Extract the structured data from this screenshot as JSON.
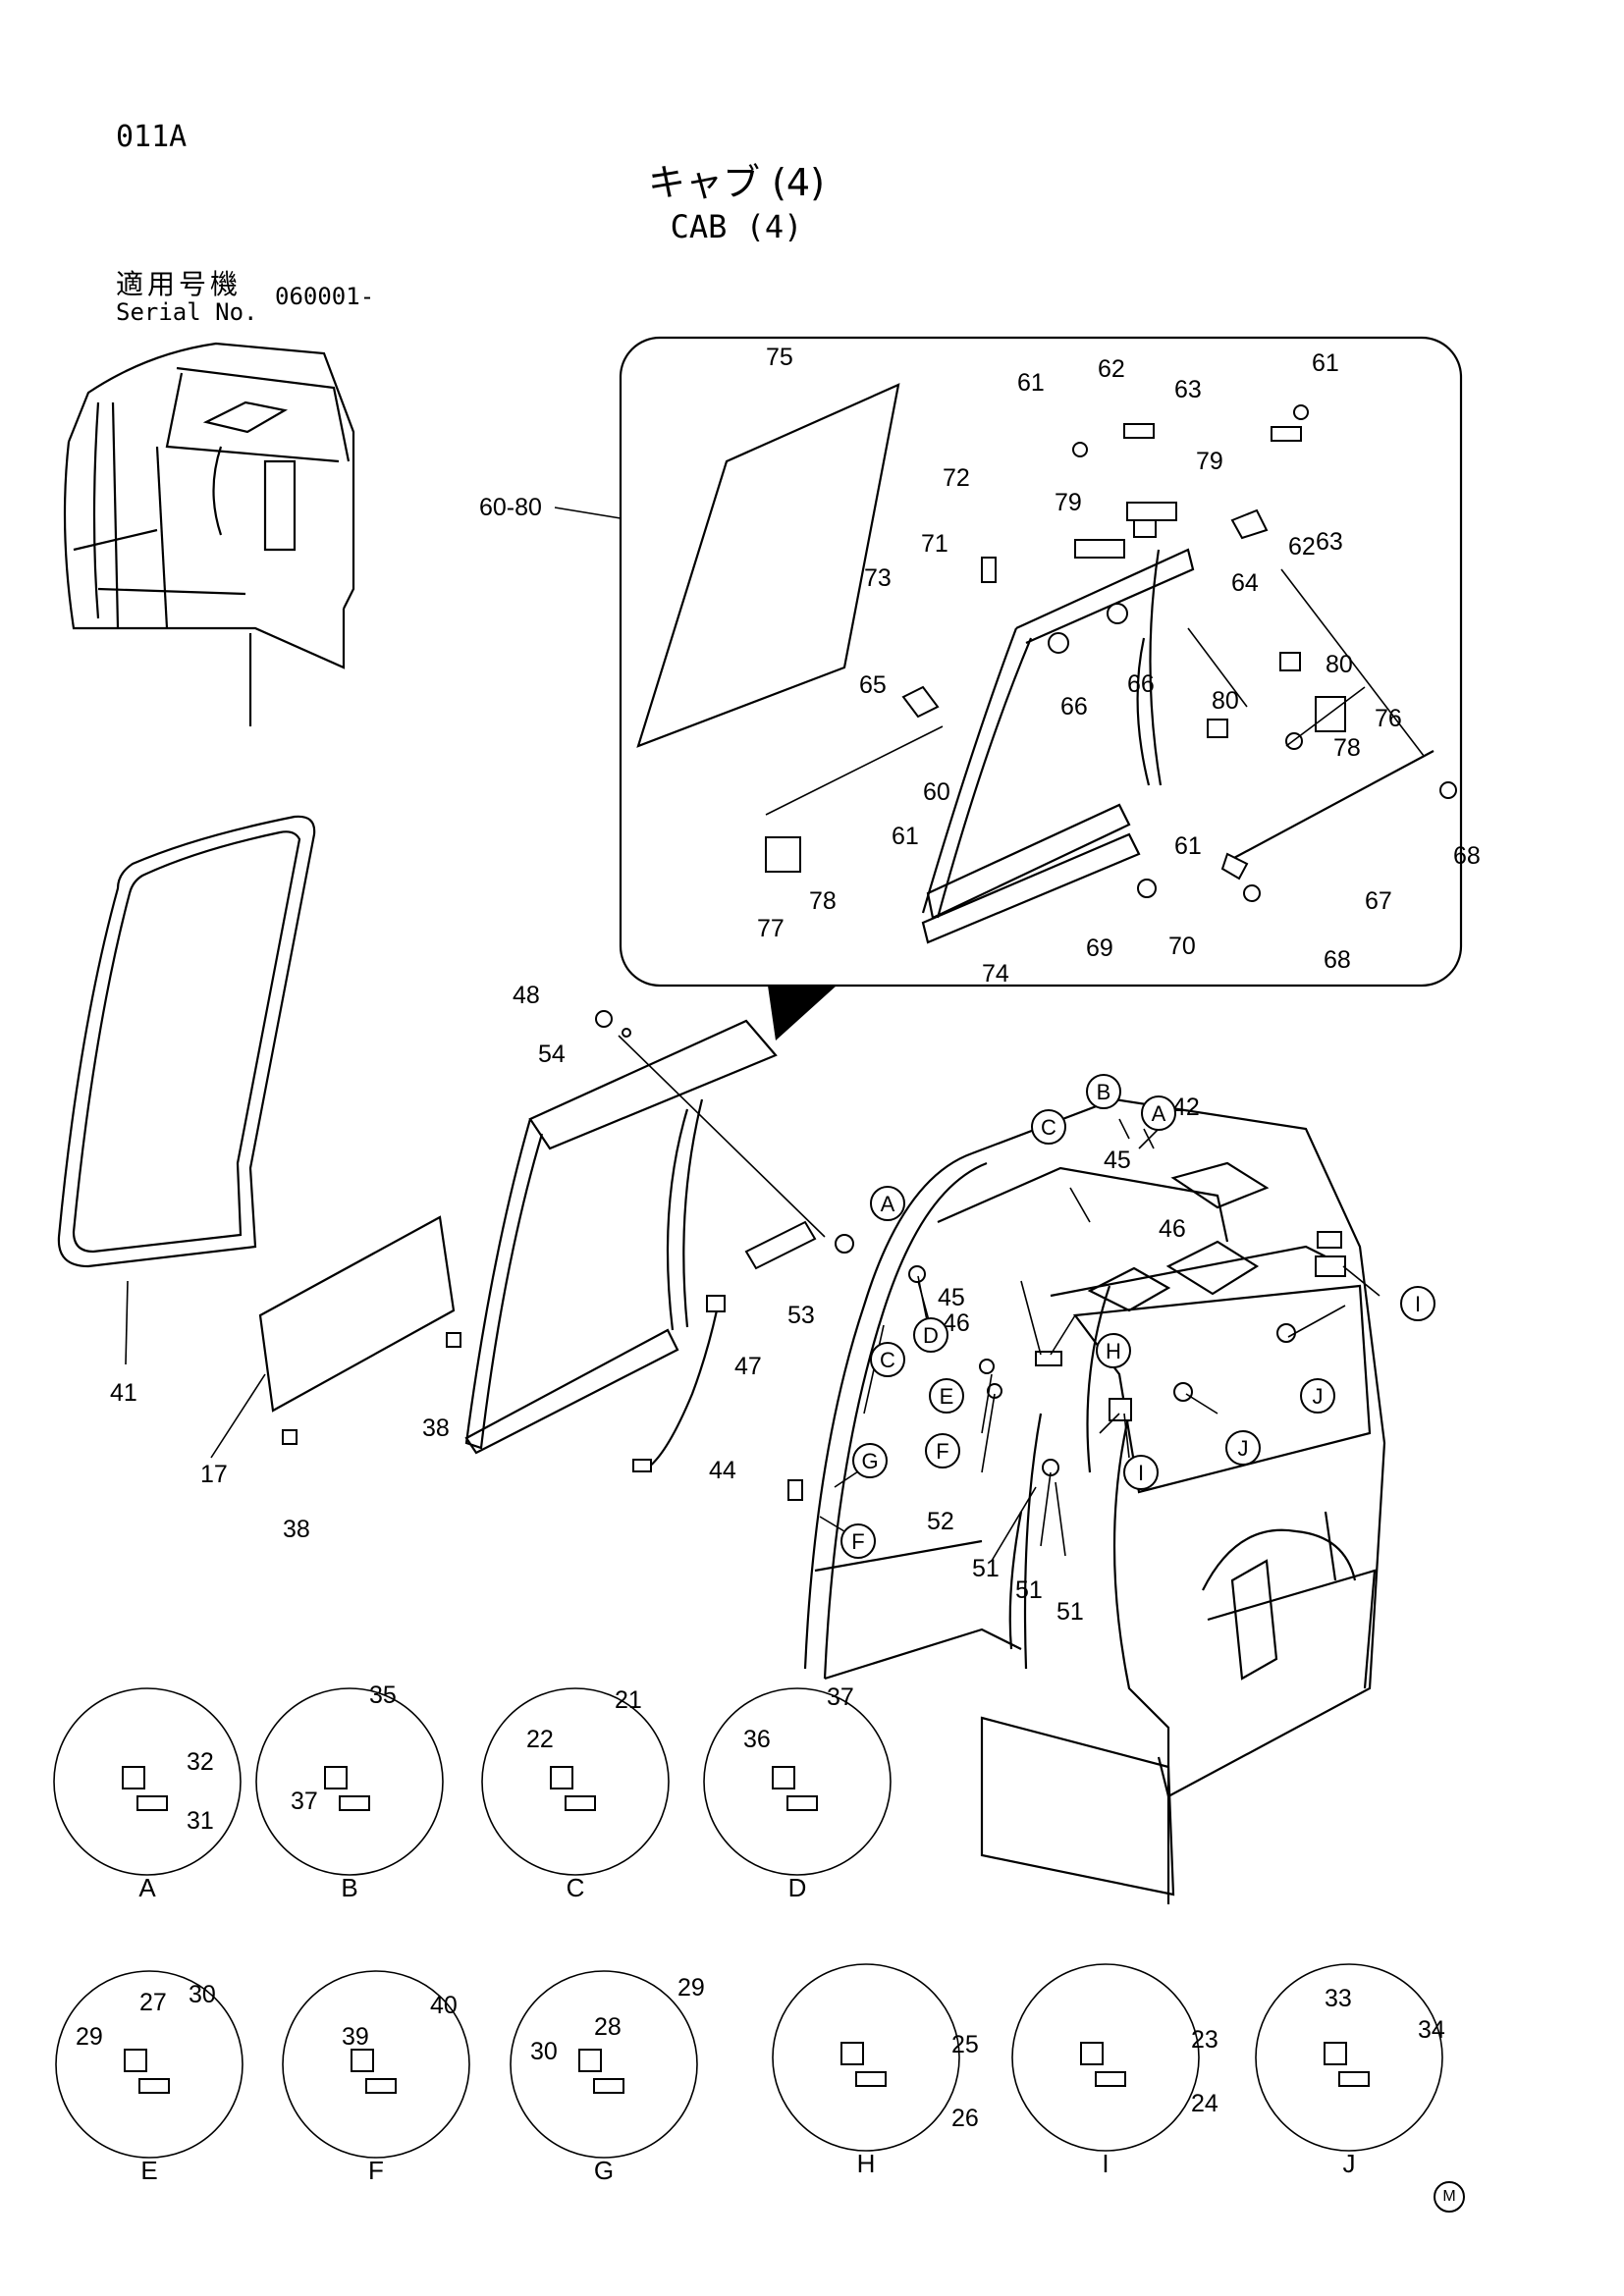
{
  "header": {
    "page_code": "011A",
    "title_ja": "キャブ (4)",
    "title_en": "CAB (4)",
    "serial_ja": "適用号機",
    "serial_en": "Serial No.",
    "serial_value": "060001-",
    "corner_mark": "M"
  },
  "inset": {
    "group_label": "60-80",
    "callouts": [
      "75",
      "61",
      "62",
      "63",
      "61",
      "72",
      "79",
      "79",
      "71",
      "73",
      "63",
      "62",
      "64",
      "65",
      "66",
      "66",
      "80",
      "80",
      "76",
      "78",
      "60",
      "61",
      "61",
      "77",
      "78",
      "70",
      "69",
      "74",
      "67",
      "68",
      "68"
    ]
  },
  "main_callouts": [
    "48",
    "54",
    "41",
    "17",
    "38",
    "38",
    "53",
    "47",
    "44",
    "52",
    "51",
    "51",
    "51",
    "42",
    "45",
    "45",
    "46",
    "46"
  ],
  "circle_markers": [
    "A",
    "B",
    "C",
    "C",
    "D",
    "A",
    "E",
    "F",
    "G",
    "F",
    "H",
    "I",
    "I",
    "J",
    "J"
  ],
  "details": [
    {
      "letter": "A",
      "parts": [
        "32",
        "31"
      ]
    },
    {
      "letter": "B",
      "parts": [
        "35",
        "37"
      ]
    },
    {
      "letter": "C",
      "parts": [
        "21",
        "22"
      ]
    },
    {
      "letter": "D",
      "parts": [
        "37",
        "36"
      ]
    },
    {
      "letter": "E",
      "parts": [
        "30",
        "27",
        "29"
      ]
    },
    {
      "letter": "F",
      "parts": [
        "40",
        "39"
      ]
    },
    {
      "letter": "G",
      "parts": [
        "29",
        "28",
        "30"
      ]
    },
    {
      "letter": "H",
      "parts": [
        "25",
        "26"
      ]
    },
    {
      "letter": "I",
      "parts": [
        "23",
        "24"
      ]
    },
    {
      "letter": "J",
      "parts": [
        "33",
        "34"
      ]
    }
  ]
}
